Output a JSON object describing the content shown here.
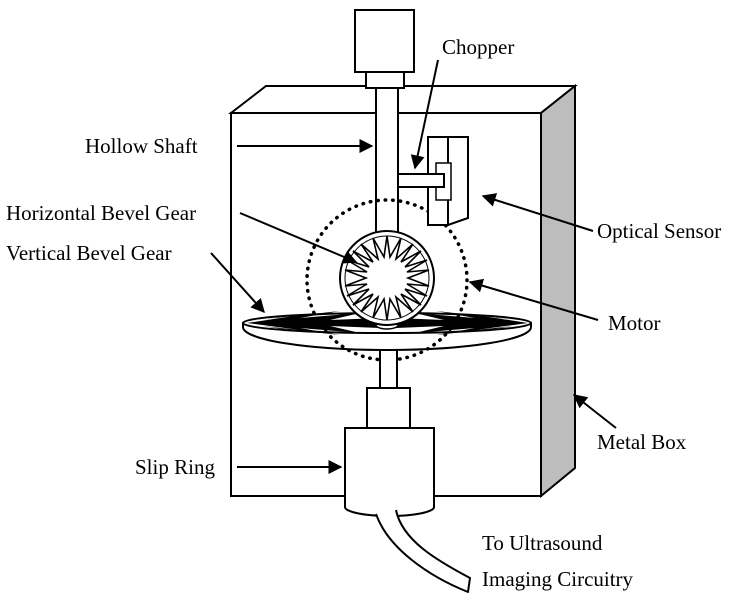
{
  "labels": {
    "chopper": "Chopper",
    "hollow_shaft": "Hollow Shaft",
    "horizontal_bevel_gear": "Horizontal Bevel Gear",
    "vertical_bevel_gear": "Vertical Bevel Gear",
    "optical_sensor": "Optical Sensor",
    "motor": "Motor",
    "metal_box": "Metal Box",
    "slip_ring": "Slip Ring",
    "to_ultrasound_line1": "To Ultrasound",
    "to_ultrasound_line2": "Imaging Circuitry"
  },
  "colors": {
    "stroke": "#000000",
    "box_side": "#bdbdbd",
    "background": "#ffffff"
  }
}
